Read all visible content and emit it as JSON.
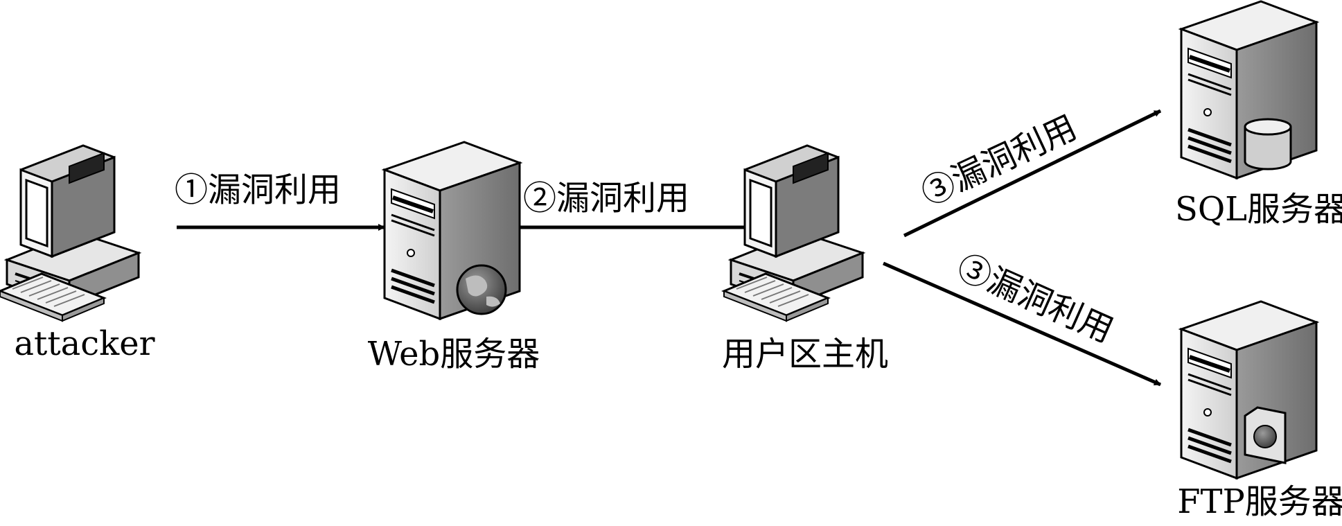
{
  "nodes": {
    "attacker": {
      "label": "attacker"
    },
    "web_server": {
      "label": "Web服务器"
    },
    "user_host": {
      "label": "用户区主机"
    },
    "sql_server": {
      "label": "SQL服务器"
    },
    "ftp_server": {
      "label": "FTP服务器"
    }
  },
  "edges": [
    {
      "from": "attacker",
      "to": "web_server",
      "label": "①漏洞利用"
    },
    {
      "from": "web_server",
      "to": "user_host",
      "label": "②漏洞利用"
    },
    {
      "from": "user_host",
      "to": "sql_server",
      "label": "③漏洞利用"
    },
    {
      "from": "user_host",
      "to": "ftp_server",
      "label": "③漏洞利用"
    }
  ],
  "colors": {
    "line": "#000000",
    "device_light": "#e8e8e8",
    "device_mid": "#c8c8c8",
    "device_dark": "#555555"
  }
}
